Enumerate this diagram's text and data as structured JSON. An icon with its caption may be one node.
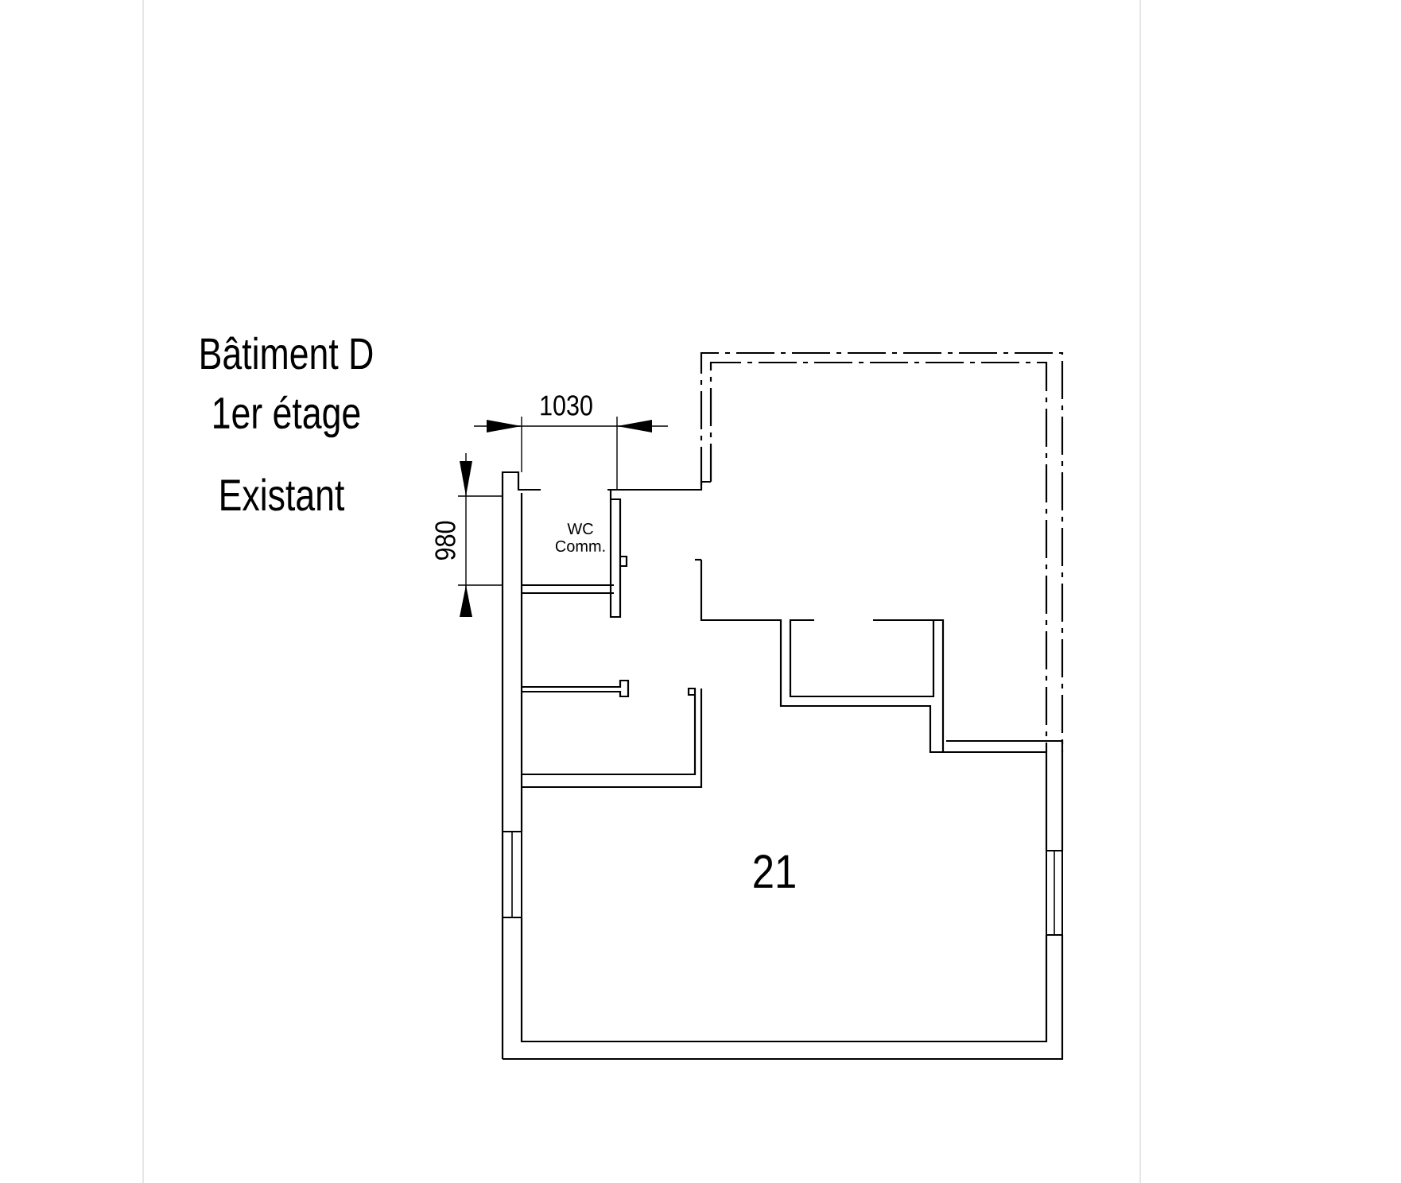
{
  "diagram": {
    "labels": [
      "Bâtiment D",
      "1er étage",
      "Existant",
      "1030",
      "980",
      "WC Comm.",
      "21"
    ]
  }
}
